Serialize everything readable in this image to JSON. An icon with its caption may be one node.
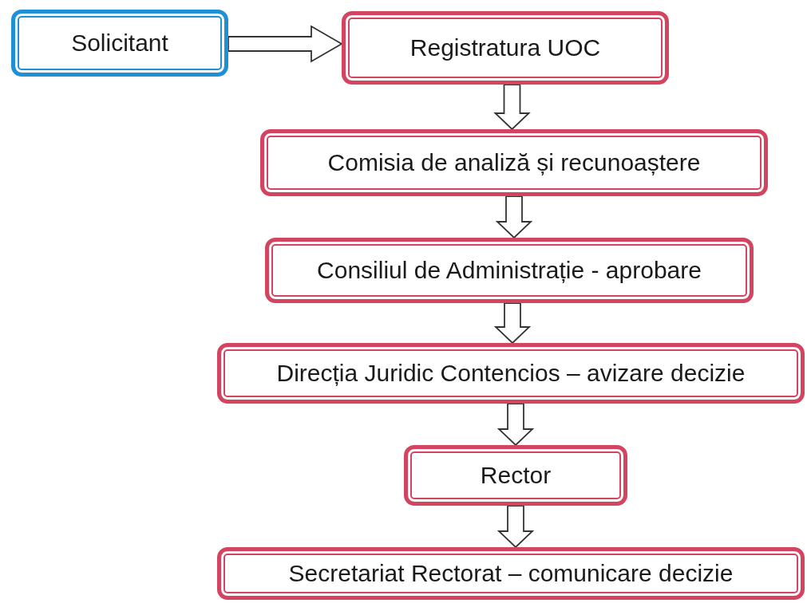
{
  "diagram": {
    "nodes": [
      {
        "text": [
          "Solicitant"
        ]
      },
      {
        "text": [
          "Registratura UOC"
        ]
      },
      {
        "text": [
          "Comisia de analiză și recunoaștere"
        ]
      },
      {
        "text": [
          "Consiliul de Administrație - aprobare"
        ]
      },
      {
        "text": [
          "Direcția Juridic Contencios – avizare decizie"
        ]
      },
      {
        "text": [
          "Rector"
        ]
      },
      {
        "text": [
          "Secretariat Rectorat – comunicare decizie"
        ]
      }
    ],
    "edges": [
      {
        "from": 0,
        "to": 1,
        "arrow": "to"
      },
      {
        "from": 1,
        "to": 2,
        "arrow": "to"
      },
      {
        "from": 2,
        "to": 3,
        "arrow": "to"
      },
      {
        "from": 3,
        "to": 4,
        "arrow": "to"
      },
      {
        "from": 4,
        "to": 5,
        "arrow": "to"
      },
      {
        "from": 5,
        "to": 6,
        "arrow": "to"
      }
    ]
  }
}
